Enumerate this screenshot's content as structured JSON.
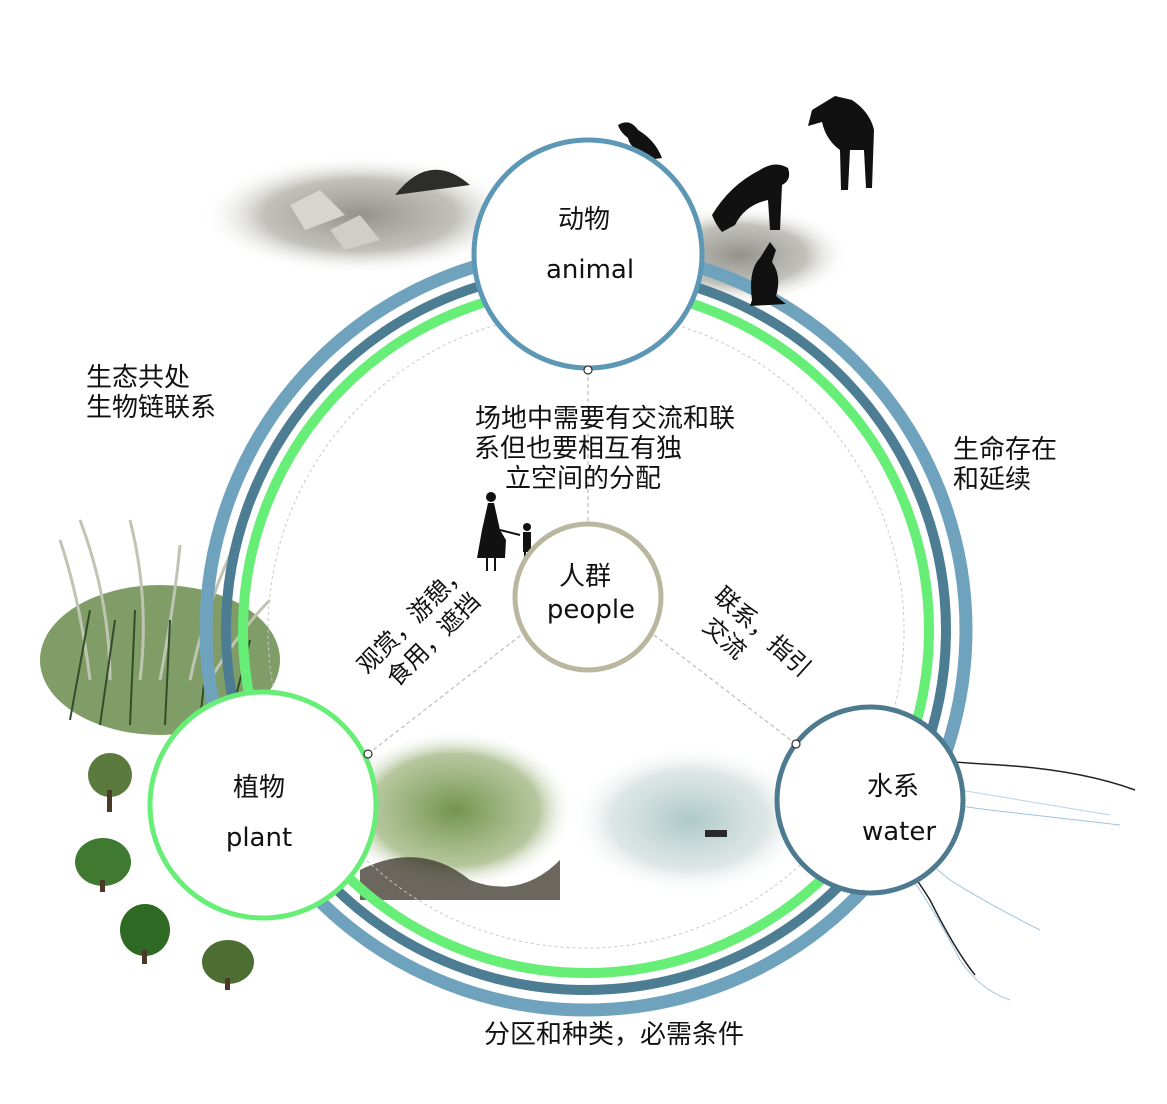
{
  "nodes": {
    "animal": {
      "zh": "动物",
      "en": "animal"
    },
    "people": {
      "zh": "人群",
      "en": "people"
    },
    "plant": {
      "zh": "植物",
      "en": "plant"
    },
    "water": {
      "zh": "水系",
      "en": "water"
    }
  },
  "notes": {
    "top_left_1": "生态共处",
    "top_left_2": "生物链联系",
    "right_1": "生命存在",
    "right_2": "和延续",
    "bottom": "分区和种类，必需条件",
    "center_1": "场地中需要有交流和联",
    "center_2": "系但也要相互有独",
    "center_3": "立空间的分配",
    "plant_link_1": "观赏，游憩，",
    "plant_link_2": "食用，遮挡",
    "water_link_1": "联系，指引",
    "water_link_2": "交流"
  },
  "colors": {
    "ring_outer": "#6fa3bd",
    "ring_dark": "#4d7d93",
    "ring_green": "#66ee77",
    "animal_border": "#5d97b6",
    "plant_border": "#66ee77",
    "water_border": "#4d7a8f",
    "people_border": "#b9b7a0"
  },
  "icons": [
    "bird-icon",
    "goat-icon",
    "monkey-icon",
    "kangaroo-icon",
    "woman-child-icon",
    "tree-icon",
    "grass-icon",
    "rocks-photo",
    "stream-photo"
  ]
}
